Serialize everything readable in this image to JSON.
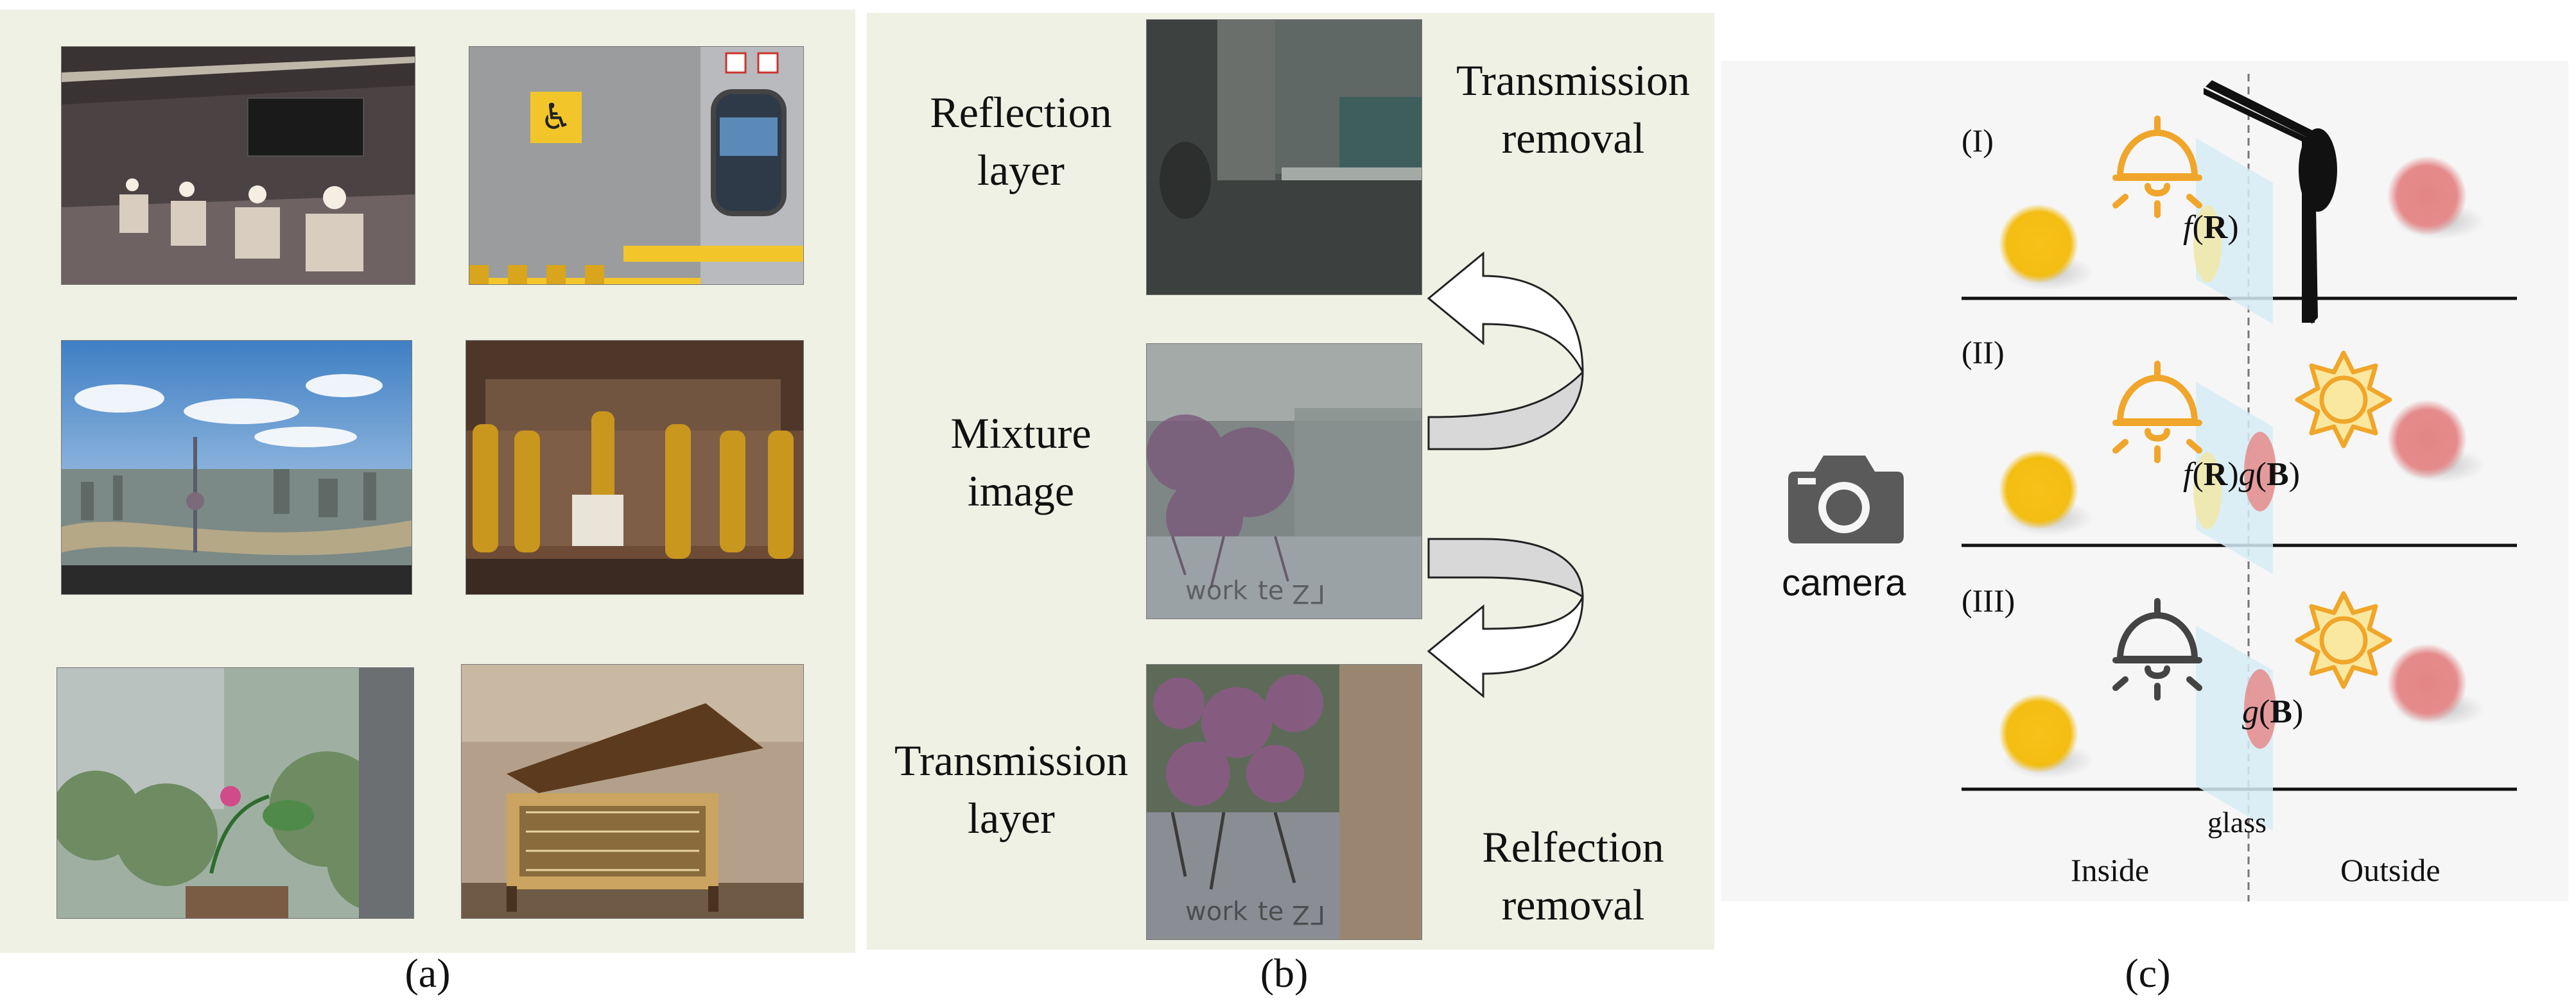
{
  "captions": {
    "a": "(a)",
    "b": "(b)",
    "c": "(c)"
  },
  "panel_b": {
    "reflection_layer": [
      "Reflection",
      "layer"
    ],
    "mixture_image": [
      "Mixture",
      "image"
    ],
    "transmission_layer": [
      "Transmission",
      "layer"
    ],
    "transmission_removal": [
      "Transmission",
      "removal"
    ],
    "reflection_removal": [
      "Relfection",
      "removal"
    ]
  },
  "panel_c": {
    "camera_label": "camera",
    "row_labels": [
      "(I)",
      "(II)",
      "(III)"
    ],
    "glass_label": "glass",
    "inside_label": "Inside",
    "outside_label": "Outside",
    "f": "f",
    "g": "g",
    "R": "R",
    "B": "B",
    "paren_open": "(",
    "paren_close": ")"
  },
  "colors": {
    "panel_bg": "#eef1e4",
    "lamp_on": "#f0a62a",
    "lamp_off": "#444444",
    "sun": "#f0a62a",
    "ball_yellow": "#f6c41c",
    "ball_red": "#e58b8b",
    "glass": "#d7ecf5"
  },
  "icons": [
    "camera-icon",
    "lamp-on-icon",
    "lamp-off-icon",
    "sun-icon",
    "curved-arrow-icon",
    "blind-board-icon"
  ]
}
